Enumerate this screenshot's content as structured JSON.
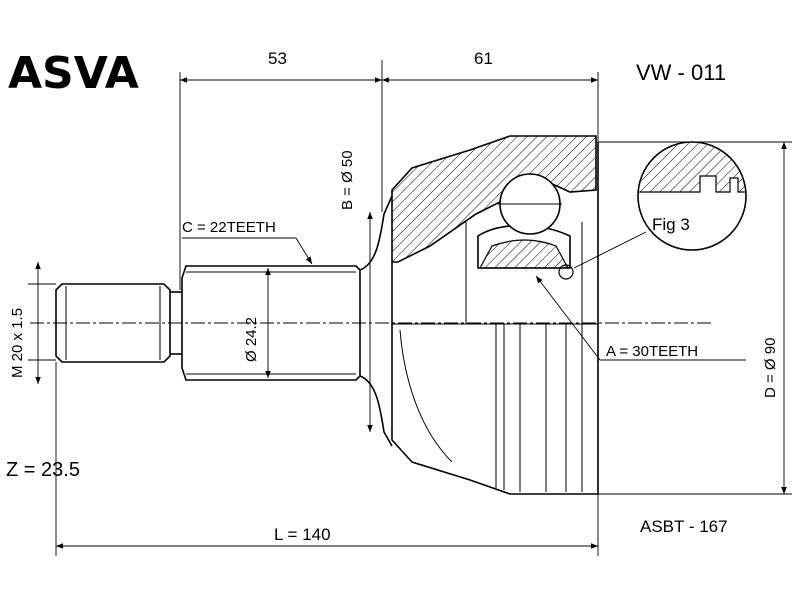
{
  "header": {
    "brand": "ASVA",
    "part_number": "VW - 011"
  },
  "dimensions": {
    "top_left": "53",
    "top_right": "61",
    "b": "B = Ø 50",
    "c": "C = 22TEETH",
    "thread": "M 20 x 1.5",
    "shaft_dia": "Ø 24.2",
    "fig": "Fig 3",
    "a": "A = 30TEETH",
    "d": "D = Ø 90",
    "z": "Z = 23.5",
    "l": "L = 140"
  },
  "footer": {
    "ref": "ASBT - 167"
  }
}
